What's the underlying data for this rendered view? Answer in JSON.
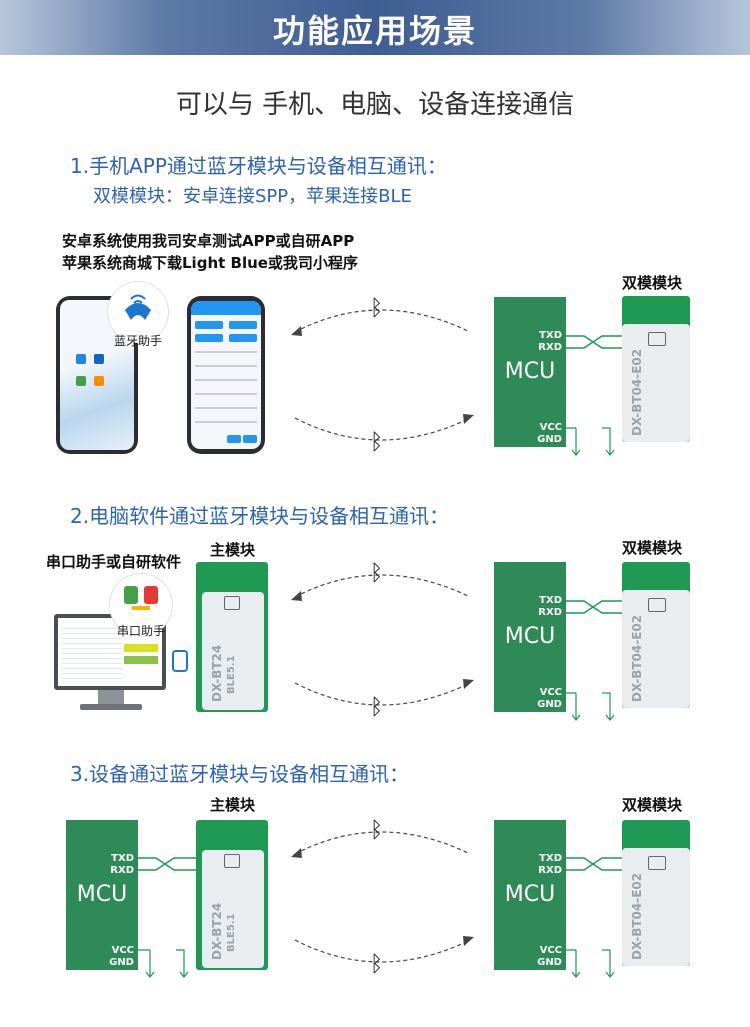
{
  "banner": {
    "title": "功能应用场景"
  },
  "subtitle": "可以与 手机、电脑、设备连接通信",
  "section1": {
    "title": "1.手机APP通过蓝牙模块与设备相互通讯：",
    "subtitle": "双模模块：安卓连接SPP，苹果连接BLE",
    "note1": "安卓系统使用我司安卓测试APP或自研APP",
    "note2": "苹果系统商城下载Light Blue或我司小程序",
    "app_badge": "蓝牙助手",
    "module_label": "双模模块"
  },
  "section2": {
    "title": "2.电脑软件通过蓝牙模块与设备相互通讯：",
    "note": "串口助手或自研软件",
    "badge": "串口助手",
    "master_label": "主模块",
    "module_label": "双模模块"
  },
  "section3": {
    "title": "3.设备通过蓝牙模块与设备相互通讯：",
    "master_label": "主模块",
    "module_label": "双模模块"
  },
  "mcu": {
    "name": "MCU",
    "txd": "TXD",
    "rxd": "RXD",
    "vcc": "VCC",
    "gnd": "GND"
  },
  "modules": {
    "dual_text": "DX-BT04-E02",
    "master_text": "DX-BT24",
    "master_sub": "BLE5.1"
  },
  "icons": {
    "bluetooth": "bluetooth-icon"
  },
  "colors": {
    "accent": "#2d63b5",
    "pcb": "#1f9a55",
    "mcu": "#2e8b57"
  }
}
